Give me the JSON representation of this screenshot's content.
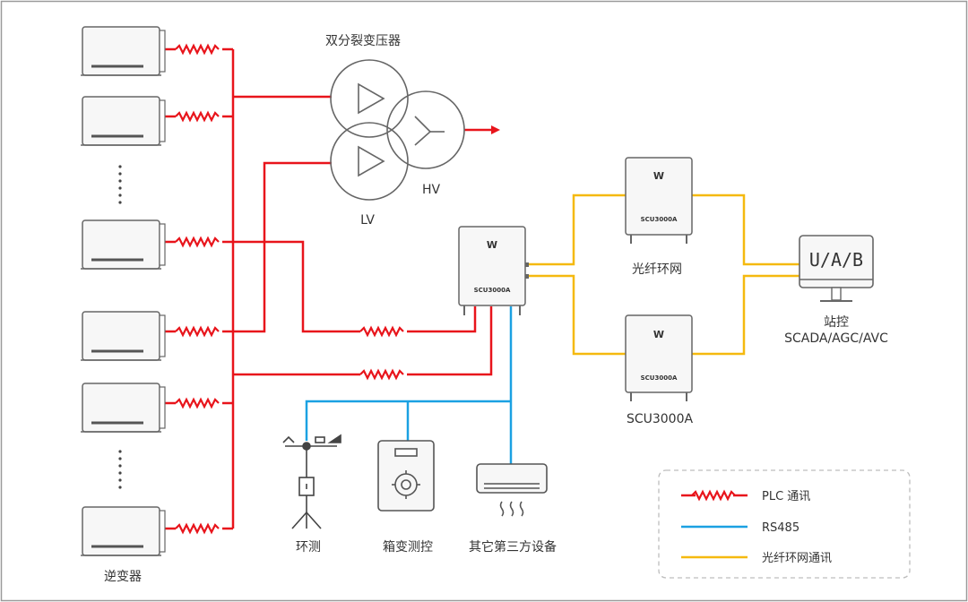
{
  "labels": {
    "transformer": "双分裂变压器",
    "lv": "LV",
    "hv": "HV",
    "inverter": "逆变器",
    "fiber_ring": "光纤环网",
    "scu_bottom": "SCU3000A",
    "station_line1": "站控",
    "station_line2": "SCADA/AGC/AVC",
    "env": "环测",
    "box_transformer": "箱变测控",
    "third_party": "其它第三方设备"
  },
  "device_model": "SCU3000A",
  "device_logo": "W",
  "screen_text": "U/A/B",
  "legend": {
    "plc": "PLC 通讯",
    "rs485": "RS485",
    "fiber": "光纤环网通讯"
  },
  "colors": {
    "plc": "#e8141b",
    "rs485": "#1ba1e2",
    "fiber": "#f5b90f",
    "device_stroke": "#666666",
    "text": "#333333"
  }
}
